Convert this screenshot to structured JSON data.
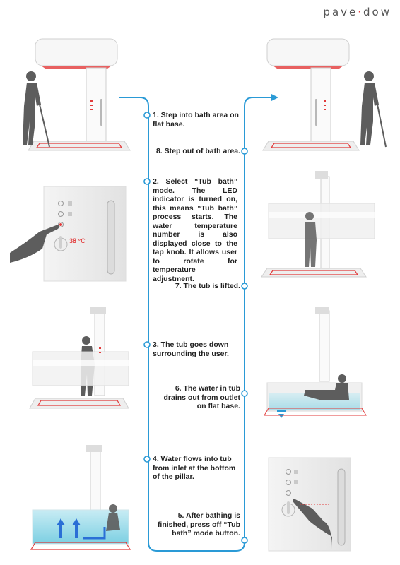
{
  "brand": {
    "left": "pave",
    "right": "dow"
  },
  "temperature_readout": "38 °C",
  "steps": [
    {
      "id": "step-1",
      "text": "1. Step into bath area on flat base."
    },
    {
      "id": "step-2",
      "text": "2. Select “Tub bath” mode. The LED indicator is turned on, this means “Tub bath” process starts. The water temperature number is also displayed close to the tap knob. It allows user to rotate for temperature adjustment."
    },
    {
      "id": "step-3",
      "text": "3. The tub goes down surrounding the user."
    },
    {
      "id": "step-4",
      "text": "4. Water flows into tub from inlet at the bottom of the pillar."
    },
    {
      "id": "step-5",
      "text": "5. After bathing is finished, press off “Tub bath” mode button."
    },
    {
      "id": "step-6",
      "text": "6. The water in tub drains out from outlet on flat base."
    },
    {
      "id": "step-7",
      "text": "7. The tub is lifted."
    },
    {
      "id": "step-8",
      "text": "8. Step out of bath area."
    }
  ],
  "colors": {
    "flow_line": "#2a9ad6",
    "accent_red": "#e23a3a",
    "water": "#9fd8e8",
    "figure": "#5d5d5d"
  }
}
